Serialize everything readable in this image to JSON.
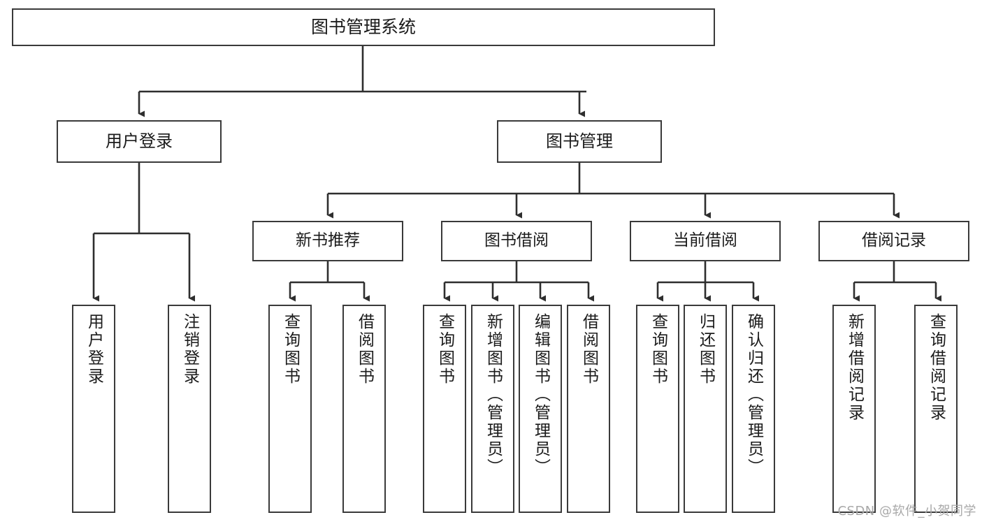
{
  "diagram": {
    "type": "hierarchy-tree",
    "title": "图书管理系统",
    "orientation": "top-down",
    "colors": {
      "box_stroke": "#3a3a3a",
      "box_fill": "#ffffff",
      "connector": "#2e2e2e",
      "text": "#1b1b1b",
      "watermark": "#a8a8a8",
      "background": "#ffffff"
    },
    "nodes": {
      "root": {
        "label": "图书管理系统",
        "level": 0
      },
      "user_login": {
        "label": "用户登录",
        "level": 1
      },
      "book_manage": {
        "label": "图书管理",
        "level": 1
      },
      "new_book_recommend": {
        "label": "新书推荐",
        "level": 2
      },
      "book_borrow": {
        "label": "图书借阅",
        "level": 2
      },
      "current_borrow": {
        "label": "当前借阅",
        "level": 2
      },
      "borrow_record": {
        "label": "借阅记录",
        "level": 2
      },
      "leaf_user_login": {
        "label": "用户登录",
        "level": 3
      },
      "leaf_logout": {
        "label": "注销登录",
        "level": 3
      },
      "leaf_query_book_1": {
        "label": "查询图书",
        "level": 3
      },
      "leaf_borrow_book_1": {
        "label": "借阅图书",
        "level": 3
      },
      "leaf_query_book_2": {
        "label": "查询图书",
        "level": 3
      },
      "leaf_add_book": {
        "label": "新增图书（管理员）",
        "level": 3
      },
      "leaf_edit_book": {
        "label": "编辑图书（管理员）",
        "level": 3
      },
      "leaf_borrow_book_2": {
        "label": "借阅图书",
        "level": 3
      },
      "leaf_query_book_3": {
        "label": "查询图书",
        "level": 3
      },
      "leaf_return_book": {
        "label": "归还图书",
        "level": 3
      },
      "leaf_confirm_return": {
        "label": "确认归还（管理员）",
        "level": 3
      },
      "leaf_add_record": {
        "label": "新增借阅记录",
        "level": 3
      },
      "leaf_query_record": {
        "label": "查询借阅记录",
        "level": 3
      }
    },
    "edges": [
      {
        "from": "root",
        "to": "user_login"
      },
      {
        "from": "root",
        "to": "book_manage"
      },
      {
        "from": "user_login",
        "to": "leaf_user_login"
      },
      {
        "from": "user_login",
        "to": "leaf_logout"
      },
      {
        "from": "book_manage",
        "to": "new_book_recommend"
      },
      {
        "from": "book_manage",
        "to": "book_borrow"
      },
      {
        "from": "book_manage",
        "to": "current_borrow"
      },
      {
        "from": "book_manage",
        "to": "borrow_record"
      },
      {
        "from": "new_book_recommend",
        "to": "leaf_query_book_1"
      },
      {
        "from": "new_book_recommend",
        "to": "leaf_borrow_book_1"
      },
      {
        "from": "book_borrow",
        "to": "leaf_query_book_2"
      },
      {
        "from": "book_borrow",
        "to": "leaf_add_book"
      },
      {
        "from": "book_borrow",
        "to": "leaf_edit_book"
      },
      {
        "from": "book_borrow",
        "to": "leaf_borrow_book_2"
      },
      {
        "from": "current_borrow",
        "to": "leaf_query_book_3"
      },
      {
        "from": "current_borrow",
        "to": "leaf_return_book"
      },
      {
        "from": "current_borrow",
        "to": "leaf_confirm_return"
      },
      {
        "from": "borrow_record",
        "to": "leaf_add_record"
      },
      {
        "from": "borrow_record",
        "to": "leaf_query_record"
      }
    ]
  },
  "watermark": {
    "text": "CSDN @软件_小贺同学"
  }
}
